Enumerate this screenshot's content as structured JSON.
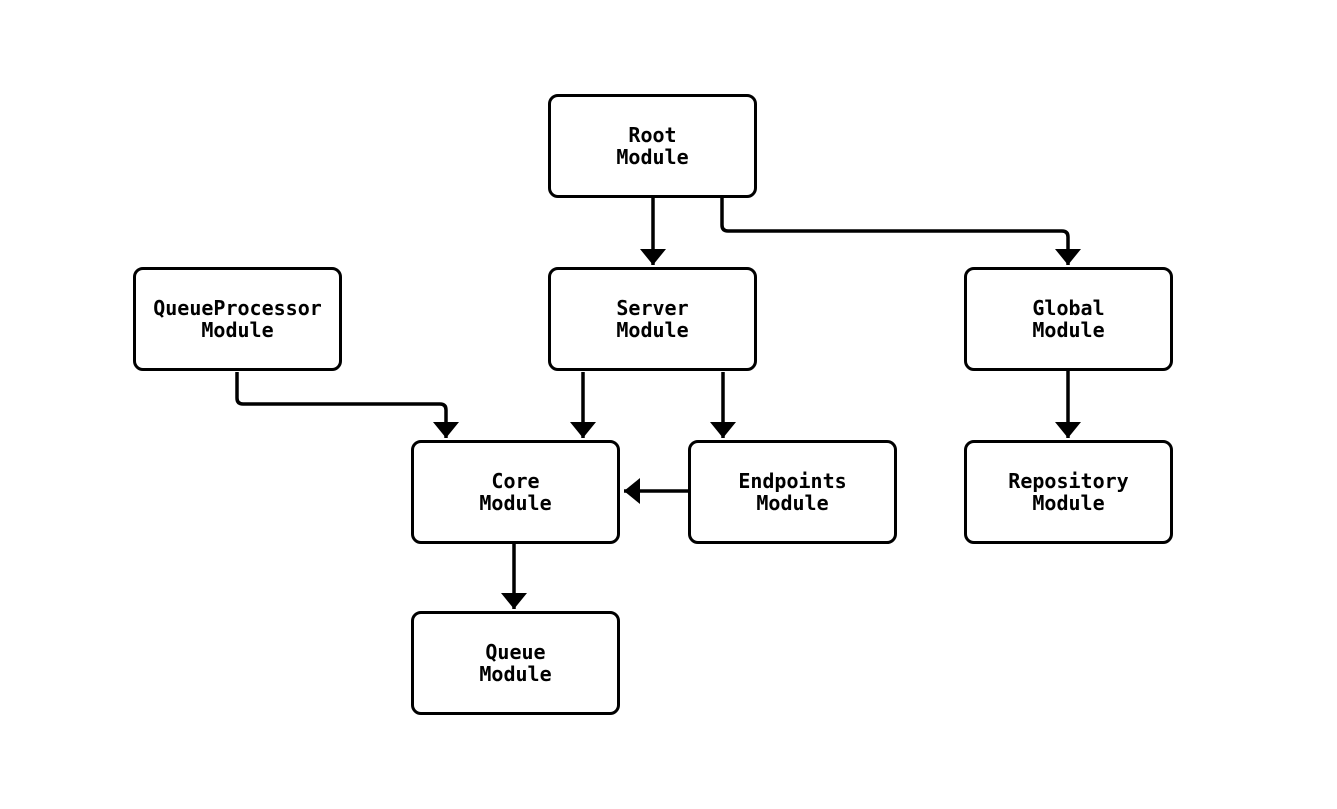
{
  "diagram": {
    "type": "module-dependency-graph",
    "nodes": [
      {
        "id": "RootModule",
        "lines": [
          "Root",
          "Module"
        ]
      },
      {
        "id": "QueueProcessorModule",
        "lines": [
          "QueueProcessor",
          "Module"
        ]
      },
      {
        "id": "ServerModule",
        "lines": [
          "Server",
          "Module"
        ]
      },
      {
        "id": "GlobalModule",
        "lines": [
          "Global",
          "Module"
        ]
      },
      {
        "id": "CoreModule",
        "lines": [
          "Core",
          "Module"
        ]
      },
      {
        "id": "EndpointsModule",
        "lines": [
          "Endpoints",
          "Module"
        ]
      },
      {
        "id": "RepositoryModule",
        "lines": [
          "Repository",
          "Module"
        ]
      },
      {
        "id": "QueueModule",
        "lines": [
          "Queue",
          "Module"
        ]
      }
    ],
    "edges": [
      {
        "from": "RootModule",
        "to": "ServerModule"
      },
      {
        "from": "RootModule",
        "to": "GlobalModule"
      },
      {
        "from": "QueueProcessorModule",
        "to": "CoreModule"
      },
      {
        "from": "ServerModule",
        "to": "CoreModule"
      },
      {
        "from": "ServerModule",
        "to": "EndpointsModule"
      },
      {
        "from": "EndpointsModule",
        "to": "CoreModule"
      },
      {
        "from": "GlobalModule",
        "to": "RepositoryModule"
      },
      {
        "from": "CoreModule",
        "to": "QueueModule"
      }
    ],
    "colors": {
      "background": "#ffffff",
      "node_fill": "#ffffff",
      "node_border": "#000000",
      "edge": "#000000",
      "text": "#000000"
    }
  }
}
